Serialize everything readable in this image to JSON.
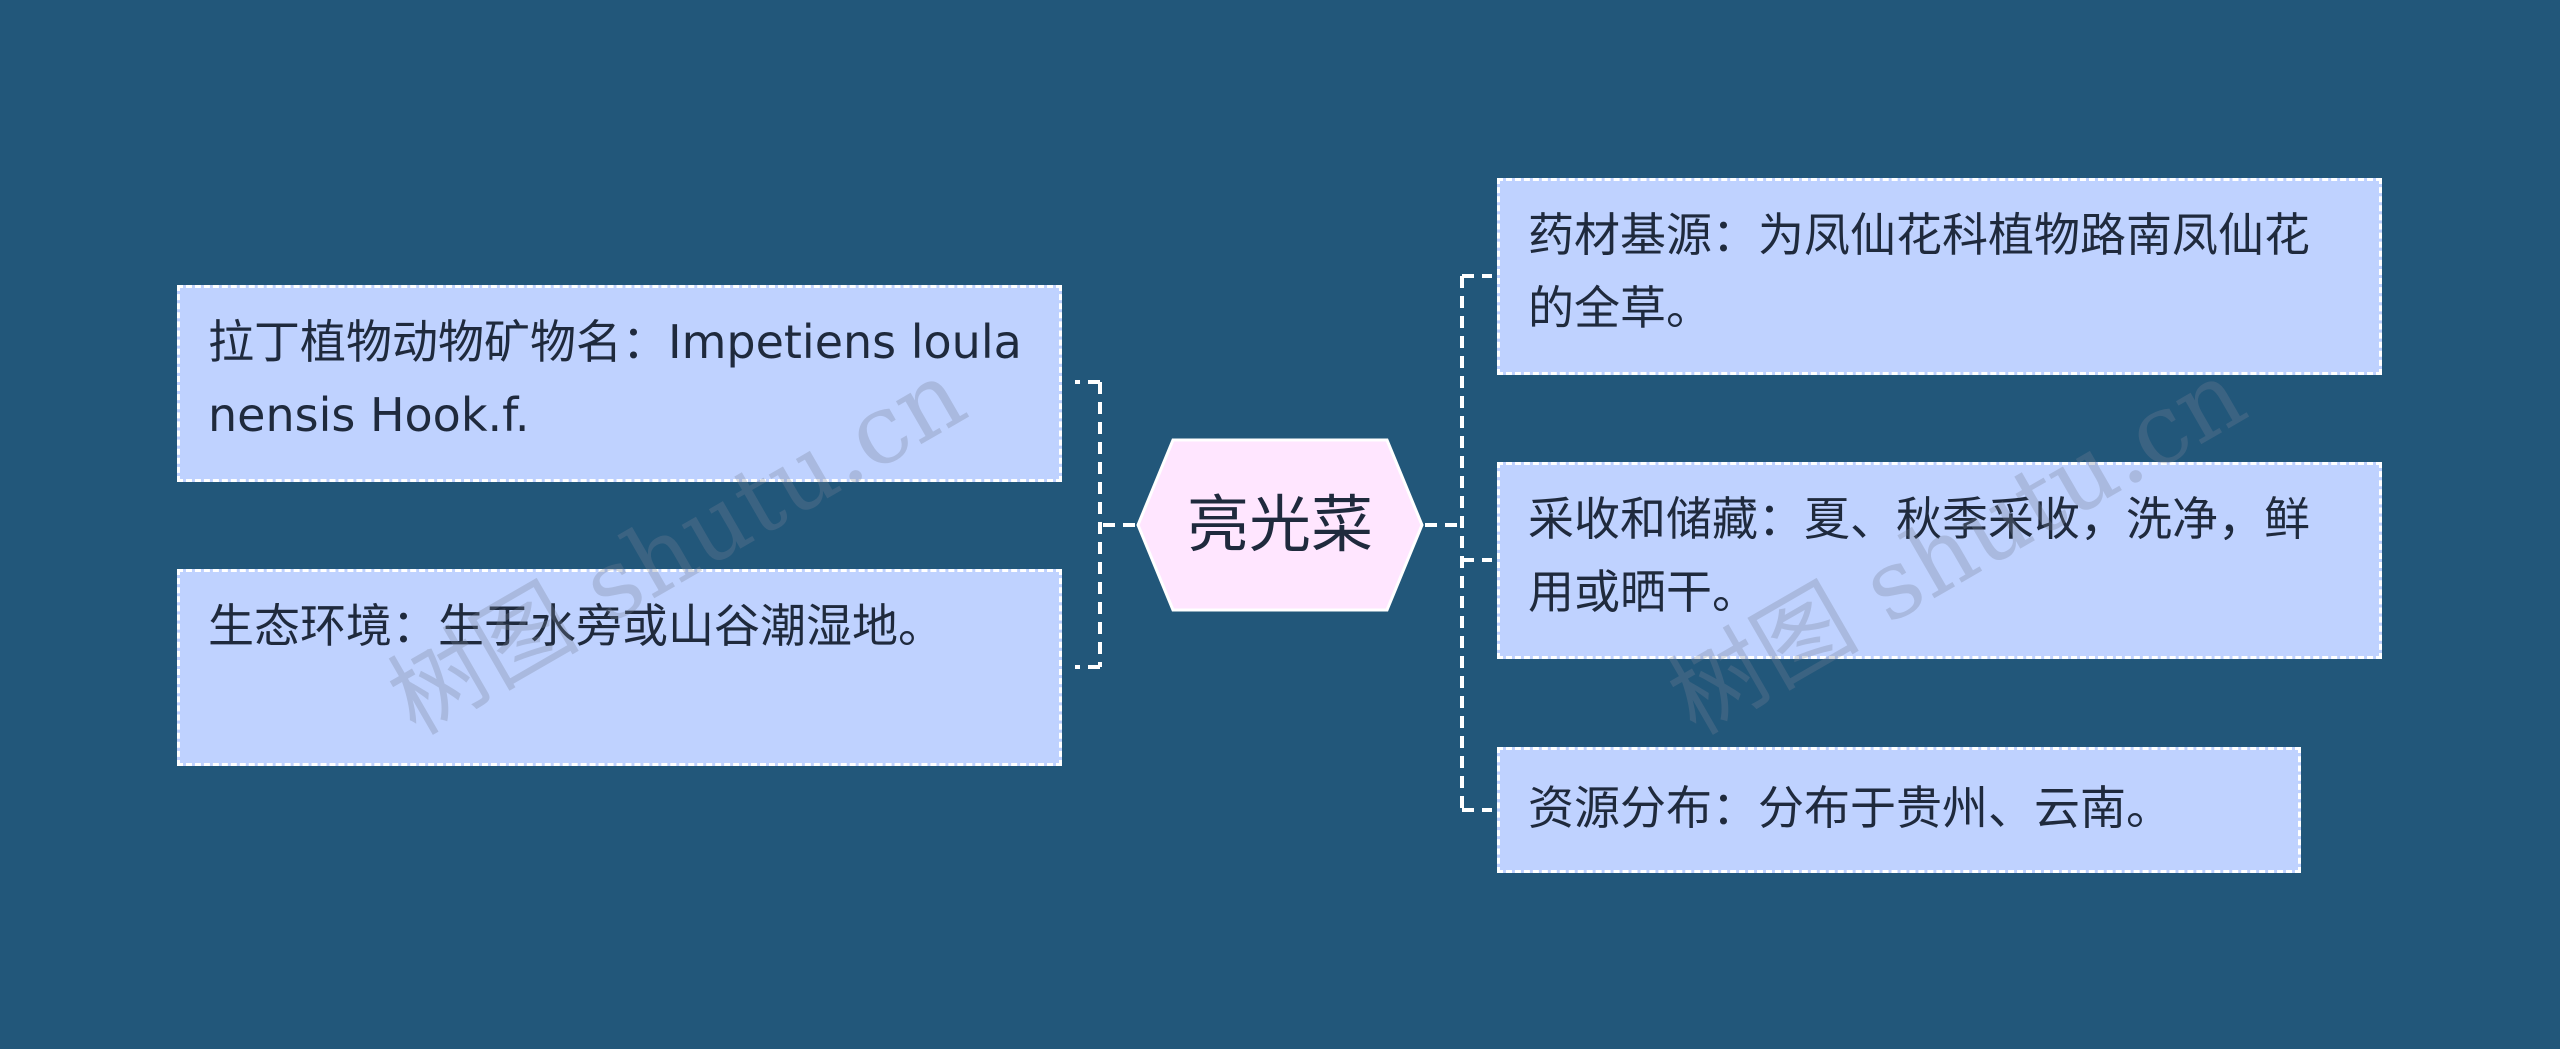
{
  "central": {
    "label": "亮光菜"
  },
  "left": [
    {
      "text": "拉丁植物动物矿物名：Impetiens loulanensis Hook.f."
    },
    {
      "text": "生态环境：生于水旁或山谷潮湿地。"
    }
  ],
  "right": [
    {
      "text": "药材基源：为凤仙花科植物路南凤仙花的全草。"
    },
    {
      "text": "采收和储藏：夏、秋季采收，洗净，鲜用或晒干。"
    },
    {
      "text": "资源分布：分布于贵州、云南。"
    }
  ],
  "watermark": "树图 shutu.cn",
  "colors": {
    "background": "#22577a",
    "node_fill": "#bfd2ff",
    "node_border": "#ffffff",
    "central_fill": "#ffe6ff",
    "text": "#1f2a3d"
  }
}
